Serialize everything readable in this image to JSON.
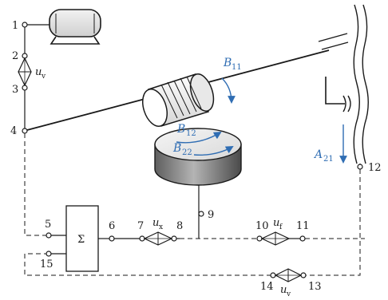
{
  "nodes": [
    "1",
    "2",
    "3",
    "4",
    "5",
    "6",
    "7",
    "8",
    "9",
    "10",
    "11",
    "12",
    "13",
    "14",
    "15"
  ],
  "labels": {
    "uv_left": {
      "main": "u",
      "sub": "v"
    },
    "ux": {
      "main": "u",
      "sub": "x"
    },
    "uf": {
      "main": "u",
      "sub": "f"
    },
    "uv_bottom": {
      "main": "u",
      "sub": "v"
    },
    "sigma": "Σ"
  },
  "motions": {
    "b11": {
      "main": "B",
      "sub": "11"
    },
    "b12": {
      "main": "B",
      "sub": "12"
    },
    "b22": {
      "main": "B",
      "sub": "22"
    },
    "a21": {
      "main": "A",
      "sub": "21"
    }
  },
  "colors": {
    "line": "#1a1a1a",
    "motion_blue": "#2f6db3",
    "table_top": "#ececec",
    "table_side": "#7a7a7a"
  }
}
